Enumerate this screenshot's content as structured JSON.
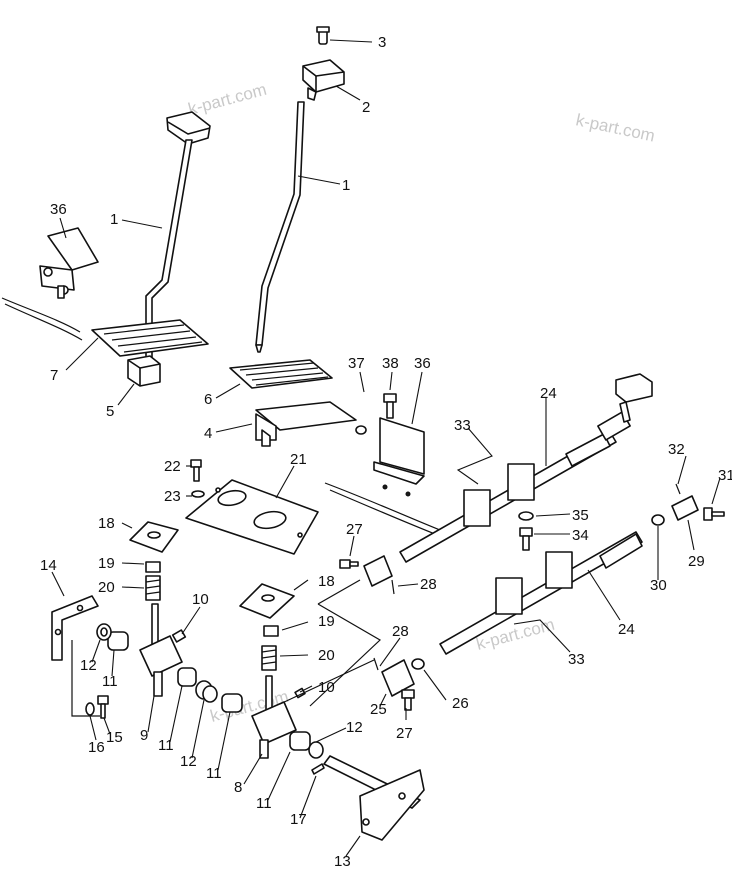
{
  "watermark": "k-part.com",
  "callouts": {
    "c1a": "1",
    "c1b": "1",
    "c2": "2",
    "c3": "3",
    "c4": "4",
    "c5": "5",
    "c6": "6",
    "c7": "7",
    "c8": "8",
    "c9": "9",
    "c10a": "10",
    "c10b": "10",
    "c11a": "11",
    "c11b": "11",
    "c11c": "11",
    "c11d": "11",
    "c12a": "12",
    "c12b": "12",
    "c12c": "12",
    "c13": "13",
    "c14": "14",
    "c15": "15",
    "c16": "16",
    "c17": "17",
    "c18a": "18",
    "c18b": "18",
    "c19a": "19",
    "c19b": "19",
    "c20a": "20",
    "c20b": "20",
    "c21": "21",
    "c22": "22",
    "c23": "23",
    "c24a": "24",
    "c24b": "24",
    "c25": "25",
    "c26": "26",
    "c27a": "27",
    "c27b": "27",
    "c28a": "28",
    "c28b": "28",
    "c29": "29",
    "c30": "30",
    "c31": "31",
    "c32": "32",
    "c33a": "33",
    "c33b": "33",
    "c34": "34",
    "c35": "35",
    "c36a": "36",
    "c36b": "36",
    "c37": "37",
    "c38": "38"
  }
}
